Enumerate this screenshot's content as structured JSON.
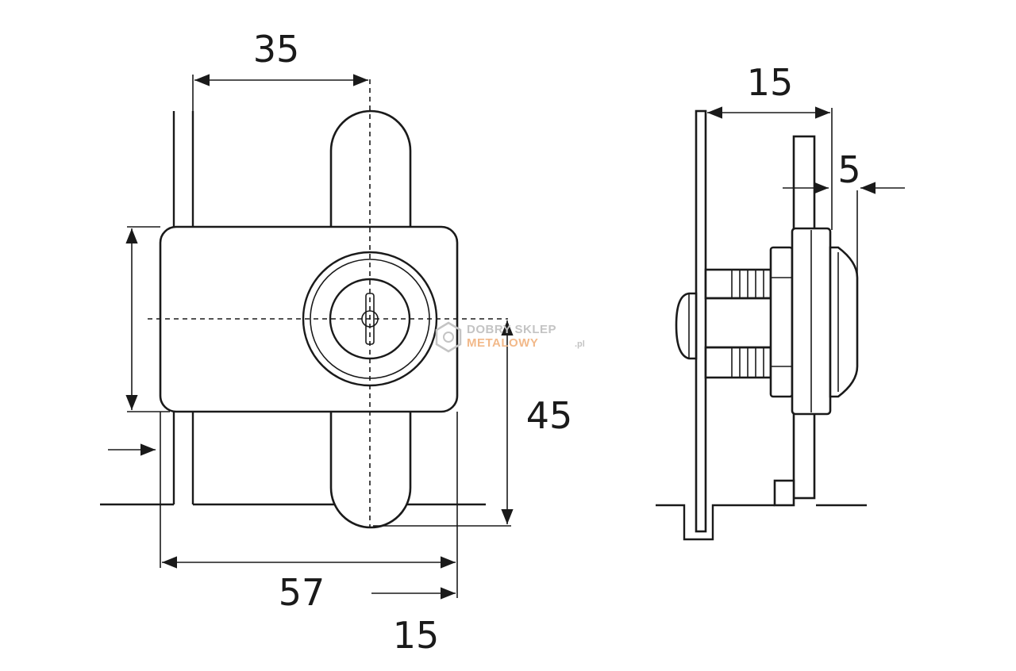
{
  "dimensions": {
    "front_width": "35",
    "front_height": "45",
    "front_total_width": "57",
    "front_bolt_offset": "15",
    "side_depth": "15",
    "side_cylinder_protrusion": "5"
  },
  "watermark": {
    "line1": "DOBRY SKLEP",
    "line2": "METALOWY",
    "suffix": ".pl"
  },
  "colors": {
    "line": "#1a1a1a",
    "watermark_gray": "#c4c4c4",
    "watermark_orange": "#f2b98a"
  }
}
